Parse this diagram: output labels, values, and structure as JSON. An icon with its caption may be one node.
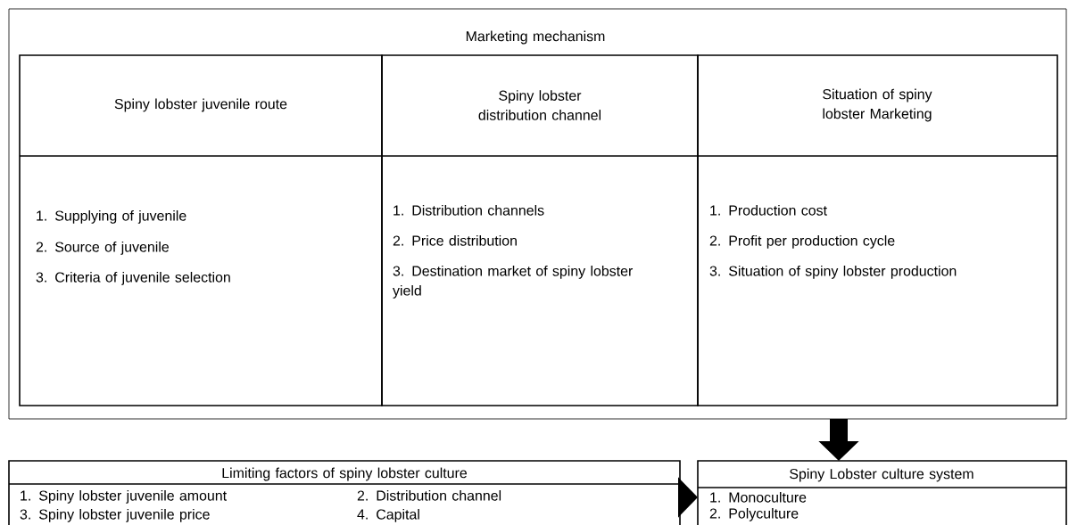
{
  "diagram": {
    "nodes": [
      {
        "text": [
          "Marketing mechanism"
        ]
      },
      {
        "text": [
          "Spiny lobster juvenile route",
          "1. Supplying of juvenile",
          "2. Source of juvenile",
          "3. Criteria of juvenile selection"
        ],
        "in": 0
      },
      {
        "text": [
          "Spiny lobster distribution channel",
          "1. Distribution channels",
          "2. Price distribution",
          "3. Destination market of spiny lobster yield"
        ],
        "in": 0
      },
      {
        "text": [
          "Situation of spiny lobster Marketing",
          "1. Production cost",
          "2. Profit per production cycle",
          "3. Situation of spiny lobster production"
        ],
        "in": 0
      },
      {
        "text": [
          "Limiting factors of spiny lobster culture",
          "1. Spiny lobster juvenile amount",
          "2. Distribution channel",
          "3. Spiny lobster juvenile price",
          "4. Capital"
        ]
      },
      {
        "text": [
          "Spiny Lobster culture system",
          "1. Monoculture",
          "2. Polyculture"
        ]
      }
    ],
    "edges": [
      {
        "from": 0,
        "to": 5,
        "arrow": "to"
      },
      {
        "from": 4,
        "to": 5,
        "arrow": "to"
      }
    ]
  }
}
